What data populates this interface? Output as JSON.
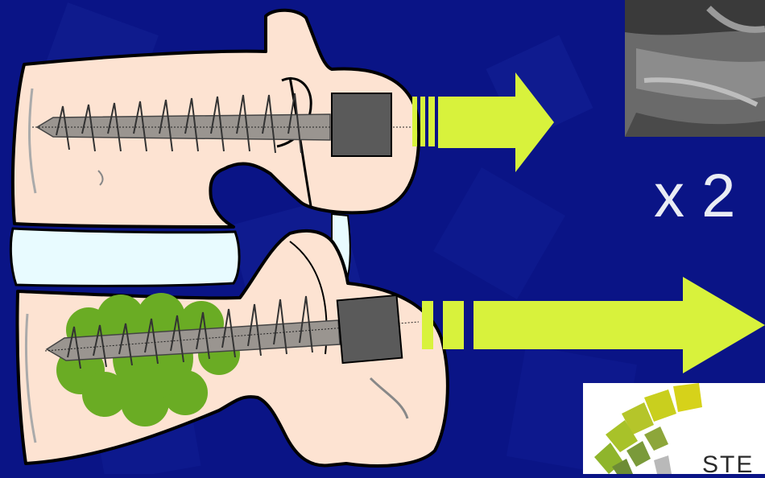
{
  "multiplier_label": "x 2",
  "logo_text": "STE",
  "colors": {
    "background": "#0a1486",
    "vertebra": "#fde3d2",
    "disc": "#e8fbff",
    "arrow": "#d8f23c",
    "screw_head": "#5a5a5a",
    "lesion": "#6aac24"
  },
  "icons": [
    "upper-vertebra",
    "lower-vertebra",
    "intervertebral-disc",
    "pedicle-screw",
    "bone-lesion",
    "arrow-right",
    "xray-image",
    "logo-emblem"
  ]
}
